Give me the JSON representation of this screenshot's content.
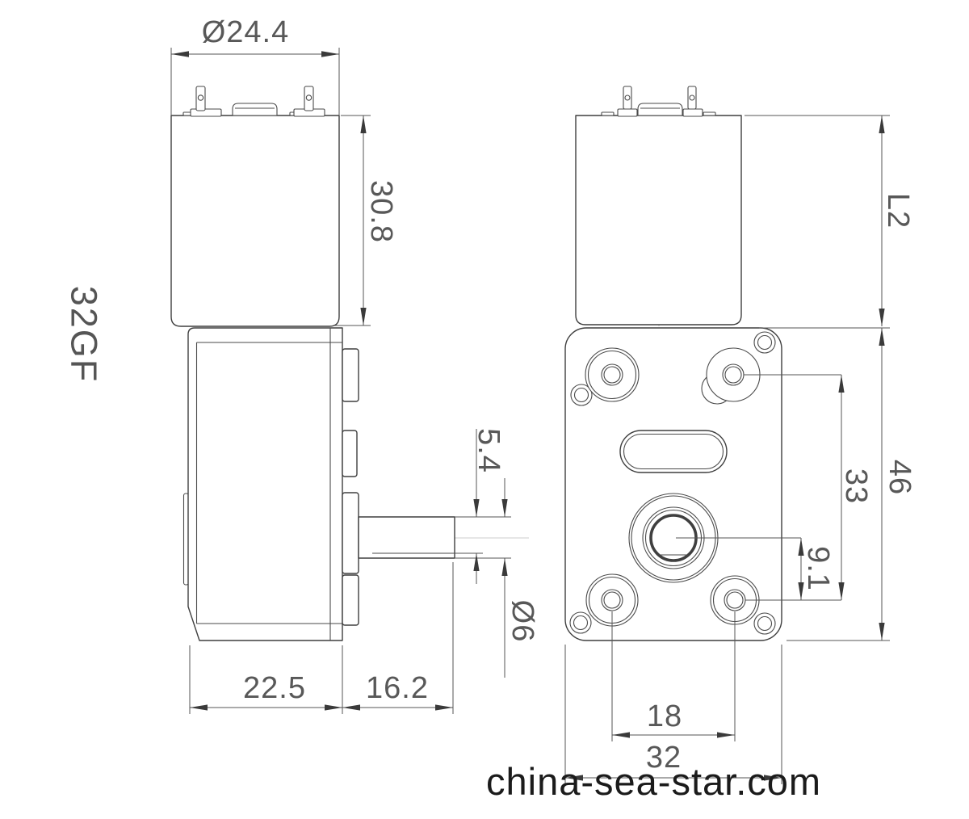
{
  "drawing": {
    "model": "32GF",
    "watermark": "china-sea-star.com"
  },
  "dimensions": {
    "motor_diameter": "Ø24.4",
    "motor_length": "30.8",
    "shaft_flat_width": "5.4",
    "shaft_diameter": "Ø6",
    "gearbox_depth": "22.5",
    "shaft_length": "16.2",
    "motor_assembly_length": "L2",
    "gearbox_height": "46",
    "mount_hole_vertical_span": "33",
    "shaft_offset_from_lower_holes": "9.1",
    "lower_hole_span": "18",
    "gearbox_width": "32"
  },
  "colors": {
    "background": "#ffffff",
    "outline": "#3f3f3f",
    "dimension_line": "#555555",
    "dimension_text": "#585858",
    "watermark_text": "#1b1b1b",
    "centerline": "#cccccc"
  }
}
